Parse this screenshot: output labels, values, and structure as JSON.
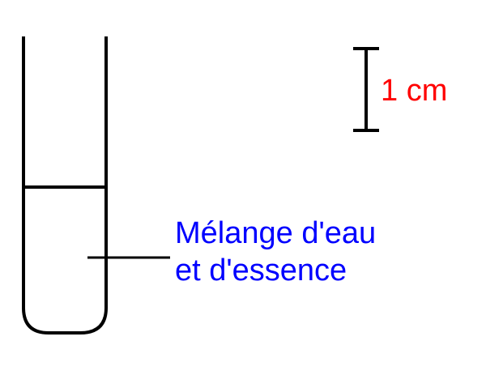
{
  "scale": {
    "label": "1 cm",
    "color": "#ff0000"
  },
  "annotation": {
    "line1": "Mélange d'eau",
    "line2": "et d'essence",
    "color": "#0000ff"
  },
  "colors": {
    "stroke": "#000000",
    "background": "#ffffff"
  }
}
